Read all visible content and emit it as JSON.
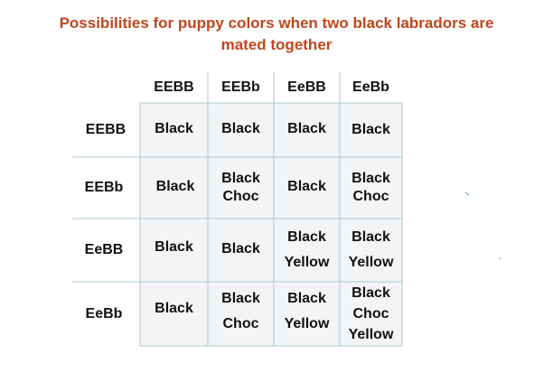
{
  "title": {
    "line1": "Possibilities for puppy colors when two black labradors are",
    "line2": "mated together"
  },
  "col_headers": [
    "EEBB",
    "EEBb",
    "EeBB",
    "EeBb"
  ],
  "row_headers": [
    "EEBB",
    "EEBb",
    "EeBB",
    "EeBb"
  ],
  "cells": [
    [
      [
        "Black"
      ],
      [
        "Black"
      ],
      [
        "Black"
      ],
      [
        "Black"
      ]
    ],
    [
      [
        "Black"
      ],
      [
        "Black",
        "Choc"
      ],
      [
        "Black"
      ],
      [
        "Black",
        "Choc"
      ]
    ],
    [
      [
        "Black"
      ],
      [
        "Black"
      ],
      [
        "Black",
        "Yellow"
      ],
      [
        "Black",
        "Yellow"
      ]
    ],
    [
      [
        "Black"
      ],
      [
        "Black",
        "Choc"
      ],
      [
        "Black",
        "Yellow"
      ],
      [
        "Black",
        "Choc",
        "Yellow"
      ]
    ]
  ],
  "colors": {
    "title": "#c0461c",
    "cell_fill": "#f3f4f6",
    "grid_line": "#a9c9cf",
    "text": "#111111"
  }
}
